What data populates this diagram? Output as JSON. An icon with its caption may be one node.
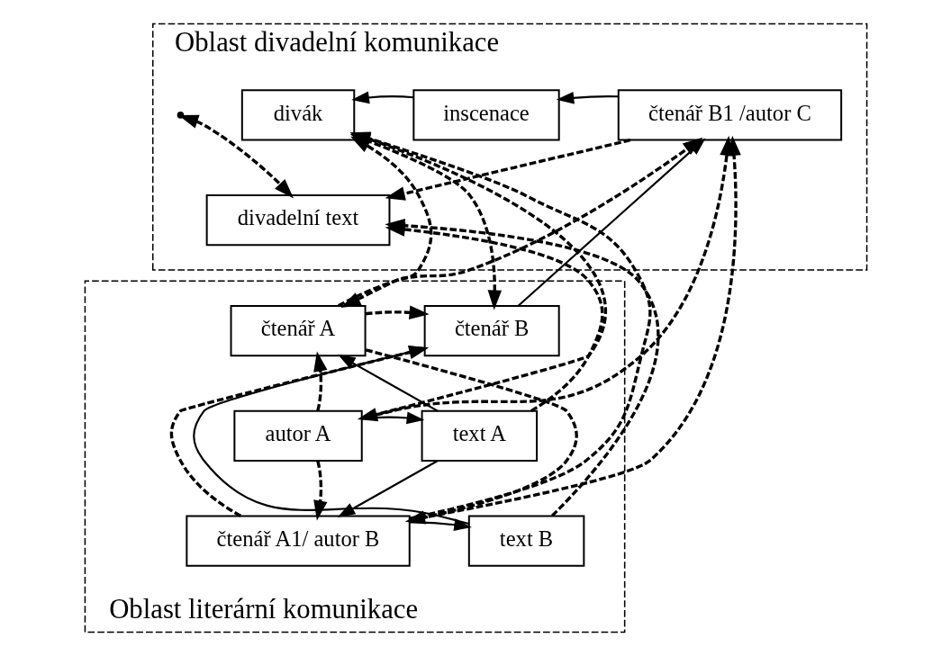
{
  "diagram": {
    "nodes": [
      {
        "text": [
          "Oblast divadelní komunikace"
        ]
      },
      {
        "text": [
          "Oblast literární komunikace"
        ]
      },
      {
        "text": [
          "divák"
        ],
        "in": 0
      },
      {
        "text": [
          "inscenace"
        ],
        "in": 0
      },
      {
        "text": [
          "čtenář B1 /autor C"
        ],
        "in": 0
      },
      {
        "text": [
          "divadelní text"
        ],
        "in": 0
      },
      {
        "text": [
          "autor A"
        ],
        "in": 1
      },
      {
        "text": [
          "text A"
        ],
        "in": 1
      },
      {
        "text": [
          "čtenář A"
        ],
        "in": 1
      },
      {
        "text": [
          "čtenář B"
        ],
        "in": 1
      },
      {
        "text": [
          "čtenář A1/ autor B"
        ],
        "in": 1
      },
      {
        "text": [
          "text B"
        ],
        "in": 1
      }
    ],
    "edges": [
      {
        "from": 3,
        "to": 2,
        "arrow": "to"
      },
      {
        "from": 4,
        "to": 3,
        "arrow": "to"
      },
      {
        "from": null,
        "to": 5,
        "arrow": "both",
        "style": "dashed"
      },
      {
        "from": 4,
        "to": 5,
        "arrow": "to",
        "style": "dashed"
      },
      {
        "from": 6,
        "to": 2,
        "arrow": "to",
        "style": "dashed"
      },
      {
        "from": 10,
        "to": 2,
        "arrow": "to",
        "style": "dashed"
      },
      {
        "from": 8,
        "to": 2,
        "arrow": "both",
        "style": "dashed"
      },
      {
        "from": 9,
        "to": 2,
        "arrow": "both",
        "style": "dashed"
      },
      {
        "from": 6,
        "to": 4,
        "arrow": "both",
        "style": "dashed"
      },
      {
        "from": 6,
        "to": 8,
        "arrow": "to",
        "style": "dashed"
      },
      {
        "from": 7,
        "to": 5,
        "arrow": "to",
        "style": "dashed"
      },
      {
        "from": 11,
        "to": 5,
        "arrow": "to",
        "style": "dashed"
      },
      {
        "from": 8,
        "to": 4,
        "arrow": "to",
        "style": "dashed"
      },
      {
        "from": 10,
        "to": 4,
        "arrow": "to",
        "style": "dashed"
      },
      {
        "from": 9,
        "to": 4,
        "arrow": "to"
      },
      {
        "from": 8,
        "to": 9,
        "arrow": "to",
        "style": "dashed"
      },
      {
        "from": 8,
        "to": 10,
        "arrow": "to",
        "style": "dashed"
      },
      {
        "from": 10,
        "to": 9,
        "arrow": "to",
        "style": "dashed"
      },
      {
        "from": 6,
        "to": 7,
        "arrow": "to"
      },
      {
        "from": 7,
        "to": 8,
        "arrow": "to"
      },
      {
        "from": 7,
        "to": 10,
        "arrow": "to"
      },
      {
        "from": 6,
        "to": 10,
        "arrow": "to",
        "style": "dashed"
      },
      {
        "from": 10,
        "to": 11,
        "arrow": "to"
      },
      {
        "from": 11,
        "to": 9,
        "arrow": "to"
      }
    ]
  }
}
